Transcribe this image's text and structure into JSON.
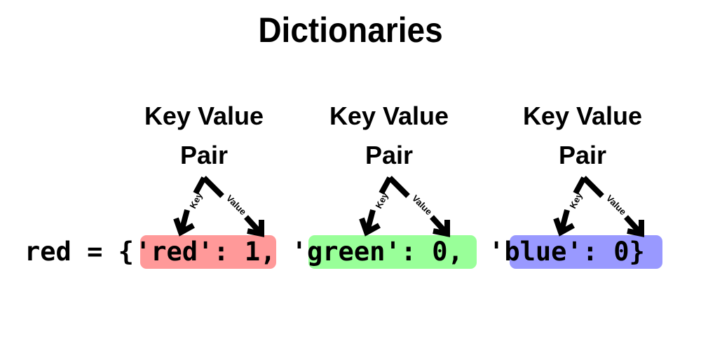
{
  "title": "Dictionaries",
  "pairs": [
    {
      "label_line1": "Key Value",
      "label_line2": "Pair",
      "key_arrow_label": "Key",
      "value_arrow_label": "Value",
      "key": "'red'",
      "value": "1",
      "highlight_color": "#ff9999"
    },
    {
      "label_line1": "Key Value",
      "label_line2": "Pair",
      "key_arrow_label": "Key",
      "value_arrow_label": "Value",
      "key": "'green'",
      "value": "0",
      "highlight_color": "#99ff99"
    },
    {
      "label_line1": "Key Value",
      "label_line2": "Pair",
      "key_arrow_label": "Key",
      "value_arrow_label": "Value",
      "key": "'blue'",
      "value": "0",
      "highlight_color": "#9999ff"
    }
  ],
  "code": {
    "prefix": "red = {",
    "pair0": "'red': 1",
    "sep0": ", ",
    "pair1": "'green': 0",
    "sep1": ", ",
    "pair2": "'blue': 0",
    "suffix": "}"
  }
}
